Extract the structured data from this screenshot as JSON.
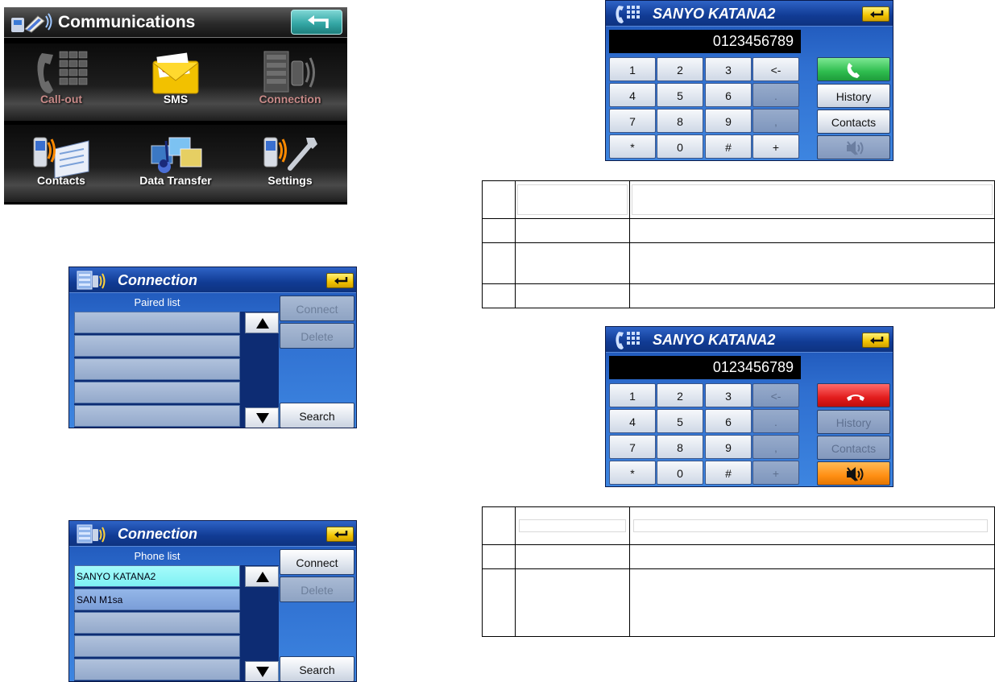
{
  "communications": {
    "title": "Communications",
    "items": [
      {
        "label": "Call-out",
        "enabled": false,
        "icon": "phone-keypad-icon"
      },
      {
        "label": "SMS",
        "enabled": true,
        "icon": "envelope-icon"
      },
      {
        "label": "Connection",
        "enabled": false,
        "icon": "connection-icon"
      },
      {
        "label": "Contacts",
        "enabled": true,
        "icon": "contacts-book-icon"
      },
      {
        "label": "Data Transfer",
        "enabled": true,
        "icon": "data-transfer-icon"
      },
      {
        "label": "Settings",
        "enabled": true,
        "icon": "settings-wrench-icon"
      }
    ]
  },
  "connection_paired": {
    "title": "Connection",
    "list_caption": "Paired list",
    "rows": [
      "",
      "",
      "",
      "",
      ""
    ],
    "connect_label": "Connect",
    "delete_label": "Delete",
    "search_label": "Search"
  },
  "connection_phone": {
    "title": "Connection",
    "list_caption": "Phone list",
    "rows": [
      "SANYO KATANA2",
      "SAN M1sa",
      "",
      "",
      ""
    ],
    "connect_label": "Connect",
    "delete_label": "Delete",
    "search_label": "Search"
  },
  "dialer_idle": {
    "title": "SANYO KATANA2",
    "number": "0123456789",
    "keys": [
      "1",
      "2",
      "3",
      "<-",
      "4",
      "5",
      "6",
      ".",
      "7",
      "8",
      "9",
      ",",
      "*",
      "0",
      "#",
      "+"
    ],
    "history_label": "History",
    "contacts_label": "Contacts"
  },
  "dialer_active": {
    "title": "SANYO KATANA2",
    "number": "0123456789",
    "keys": [
      "1",
      "2",
      "3",
      "<-",
      "4",
      "5",
      "6",
      ".",
      "7",
      "8",
      "9",
      ",",
      "*",
      "0",
      "#",
      "+"
    ],
    "history_label": "History",
    "contacts_label": "Contacts"
  },
  "colors": {
    "call_green": "#2fbd4f",
    "hangup_red": "#e21d1d",
    "mute_orange": "#ff8f14",
    "back_teal": "#35a8a6",
    "back_yellow": "#f2c400",
    "window_blue": "#2f6fd0"
  }
}
